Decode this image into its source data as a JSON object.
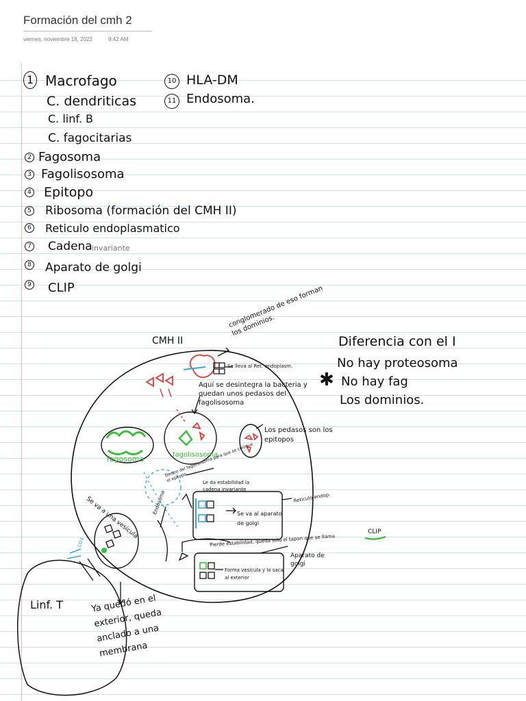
{
  "page": {
    "title": "Formación del cmh 2",
    "date": "viernes, noviembre 18, 2022",
    "time": "9:42 AM"
  },
  "list": {
    "n1": "1",
    "item1": "Macrofago",
    "sub1": "C. dendriticas",
    "sub2": "C. linf. B",
    "sub3": "C. fagocitarias",
    "n2": "2",
    "item2": "Fagosoma",
    "n3": "3",
    "item3": "Fagolisosoma",
    "n4": "4",
    "item4": "Epitopo",
    "n5": "5",
    "item5": "Ribosoma (formación del CMH II)",
    "n6": "6",
    "item6": "Reticulo endoplasmatico",
    "n7": "7",
    "item7a": "Cadena",
    "item7b": "invariante",
    "n8": "8",
    "item8": "Aparato de golgi",
    "n9": "9",
    "item9": "CLIP",
    "n10": "10",
    "item10": "HLA-DM",
    "n11": "11",
    "item11": "Endosoma."
  },
  "diagram": {
    "cmh_label": "CMH II",
    "conglomerado": "conglomerado de eso forman los dominios.",
    "se_lleva": "Se lleva al Ret. endoplasm.",
    "aqui_se": "Aquí se desintegra la bacteria y quedan unos pedasos del fagolisosoma",
    "fagosoma": "fagosoma",
    "fagolisosoma": "fagolisosoma",
    "pedasos": "Los pedasos son los epitopos",
    "dentro": "Dentro del fagolisosoma para que se coloque el epitopo",
    "estabilidad": "Le da estabilidad la cadena invariante",
    "reticulo": "Reticulo endop.",
    "endosoma": "Endosoma",
    "se_va_golgi": "Se va al aparato de golgi",
    "pierde": "Pierde estabilidad, queda solo el tapon que se llama",
    "clip": "CLIP",
    "aparato": "Aparato de golgi",
    "forma_vesicula": "Forma vesicula y lo saca al exterior",
    "se_va_vesicula": "Se va a una vesícula",
    "linf_t": "Linf. T",
    "cd4": "CD4",
    "ya_quedo": "Ya quedó en el exterior, queda anclado a una membrana"
  },
  "comparison": {
    "title": "Diferencia con el I",
    "line1": "No hay proteosoma",
    "line2": "No hay fag",
    "line3": "Los dominios."
  },
  "colors": {
    "ink": "#111111",
    "red": "#e53935",
    "green": "#3cc03c",
    "blue": "#35a7e0",
    "highlight_green": "#2db82d"
  }
}
